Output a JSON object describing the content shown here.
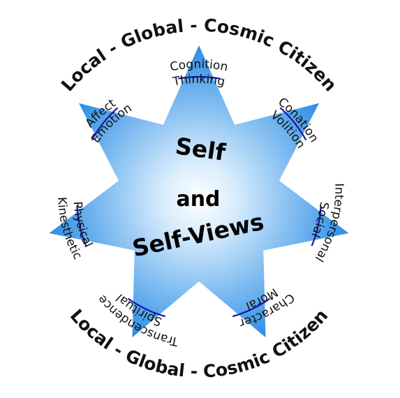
{
  "center": {
    "line1": "Self",
    "line2": "and",
    "line3": "Self-Views"
  },
  "ring": {
    "top": "Local - Global - Cosmic  Citizen",
    "bottom": "Local - Global - Cosmic  Citizen"
  },
  "spokes": [
    {
      "outer": "Cognition",
      "inner": "Thinking"
    },
    {
      "outer": "Conation",
      "inner": "Volition"
    },
    {
      "outer": "Interpersonal",
      "inner": "Social"
    },
    {
      "outer": "Character",
      "inner": "Moral"
    },
    {
      "outer": "Transcendence",
      "inner": "Spiritual"
    },
    {
      "outer": "Kinesthetic",
      "inner": "Physical"
    },
    {
      "outer": "Affect",
      "inner": "Emotion"
    }
  ],
  "colors": {
    "star_center": "#ffffff",
    "star_edge": "#2f8fe6",
    "arc_line": "#1a12a8",
    "text": "#111111"
  }
}
